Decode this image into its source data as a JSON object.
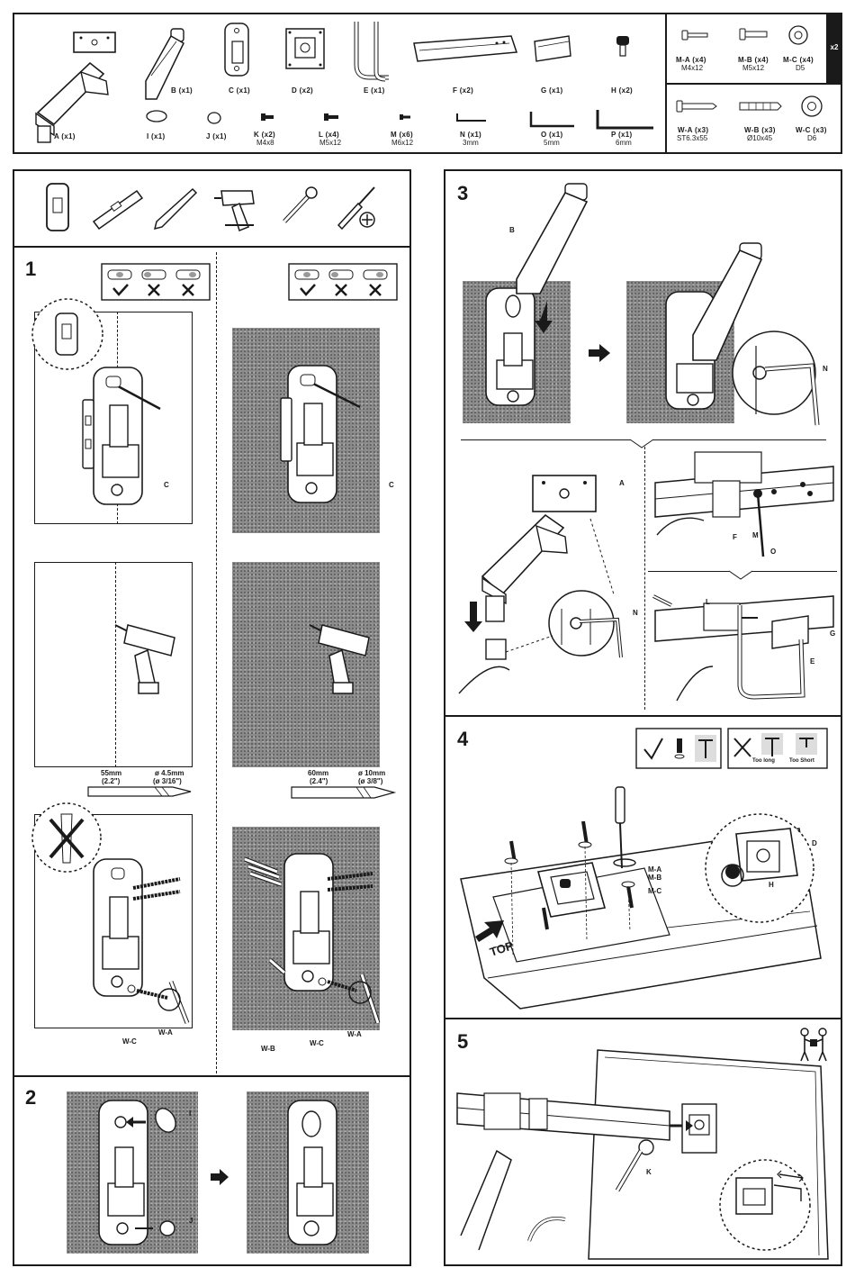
{
  "colors": {
    "ink": "#1a1a1a",
    "wall": "#8a8a8a",
    "accent_tab": "#1a1a1a"
  },
  "parts": {
    "row1": [
      {
        "label": "A (x1)",
        "sub": ""
      },
      {
        "label": "B (x1)",
        "sub": ""
      },
      {
        "label": "C (x1)",
        "sub": ""
      },
      {
        "label": "D (x2)",
        "sub": ""
      },
      {
        "label": "E (x1)",
        "sub": ""
      },
      {
        "label": "F (x2)",
        "sub": ""
      },
      {
        "label": "G (x1)",
        "sub": ""
      },
      {
        "label": "H (x2)",
        "sub": ""
      }
    ],
    "row2": [
      {
        "label": "I (x1)",
        "sub": ""
      },
      {
        "label": "J (x1)",
        "sub": ""
      },
      {
        "label": "K (x2)",
        "sub": "M4x8"
      },
      {
        "label": "L (x4)",
        "sub": "M5x12"
      },
      {
        "label": "M (x6)",
        "sub": "M6x12"
      },
      {
        "label": "N (x1)",
        "sub": "3mm"
      },
      {
        "label": "O (x1)",
        "sub": "5mm"
      },
      {
        "label": "P (x1)",
        "sub": "6mm"
      }
    ],
    "screws_top": [
      {
        "label": "M-A (x4)",
        "sub": "M4x12"
      },
      {
        "label": "M-B (x4)",
        "sub": "M5x12"
      },
      {
        "label": "M-C (x4)",
        "sub": "D5"
      }
    ],
    "screws_bottom": [
      {
        "label": "W-A (x3)",
        "sub": "ST6.3x55"
      },
      {
        "label": "W-B (x3)",
        "sub": "Ø10x45"
      },
      {
        "label": "W-C (x3)",
        "sub": "D6"
      }
    ],
    "tab": "x2"
  },
  "tools": [
    "stud-finder-icon",
    "level-icon",
    "pencil-icon",
    "drill-icon",
    "socket-wrench-icon",
    "phillips-screwdriver-icon"
  ],
  "step1": {
    "number": "1",
    "left": {
      "label_c": "C",
      "drill_len": "55mm",
      "drill_len_in": "(2.2\")",
      "drill_dia": "ø 4.5mm",
      "drill_dia_in": "(ø 3/16\")",
      "label_wc": "W-C",
      "label_wa": "W-A"
    },
    "right": {
      "label_c": "C",
      "drill_len": "60mm",
      "drill_len_in": "(2.4\")",
      "drill_dia": "ø 10mm",
      "drill_dia_in": "(ø 3/8\")",
      "label_wb": "W-B",
      "label_wc": "W-C",
      "label_wa": "W-A"
    }
  },
  "step2": {
    "number": "2",
    "label_i": "I",
    "label_j": "J"
  },
  "step3": {
    "number": "3",
    "label_b": "B",
    "label_n1": "N",
    "label_a": "A",
    "label_n2": "N",
    "label_f": "F",
    "label_m": "M",
    "label_o": "O",
    "label_l": "L",
    "label_g": "G",
    "label_e": "E"
  },
  "step4": {
    "number": "4",
    "too_long": "Too long",
    "too_short": "Too Short",
    "label_ma": "M-A",
    "label_mb": "M-B",
    "label_mc": "M-C",
    "label_d": "D",
    "label_h": "H",
    "top": "TOP"
  },
  "step5": {
    "number": "5",
    "label_k": "K"
  }
}
